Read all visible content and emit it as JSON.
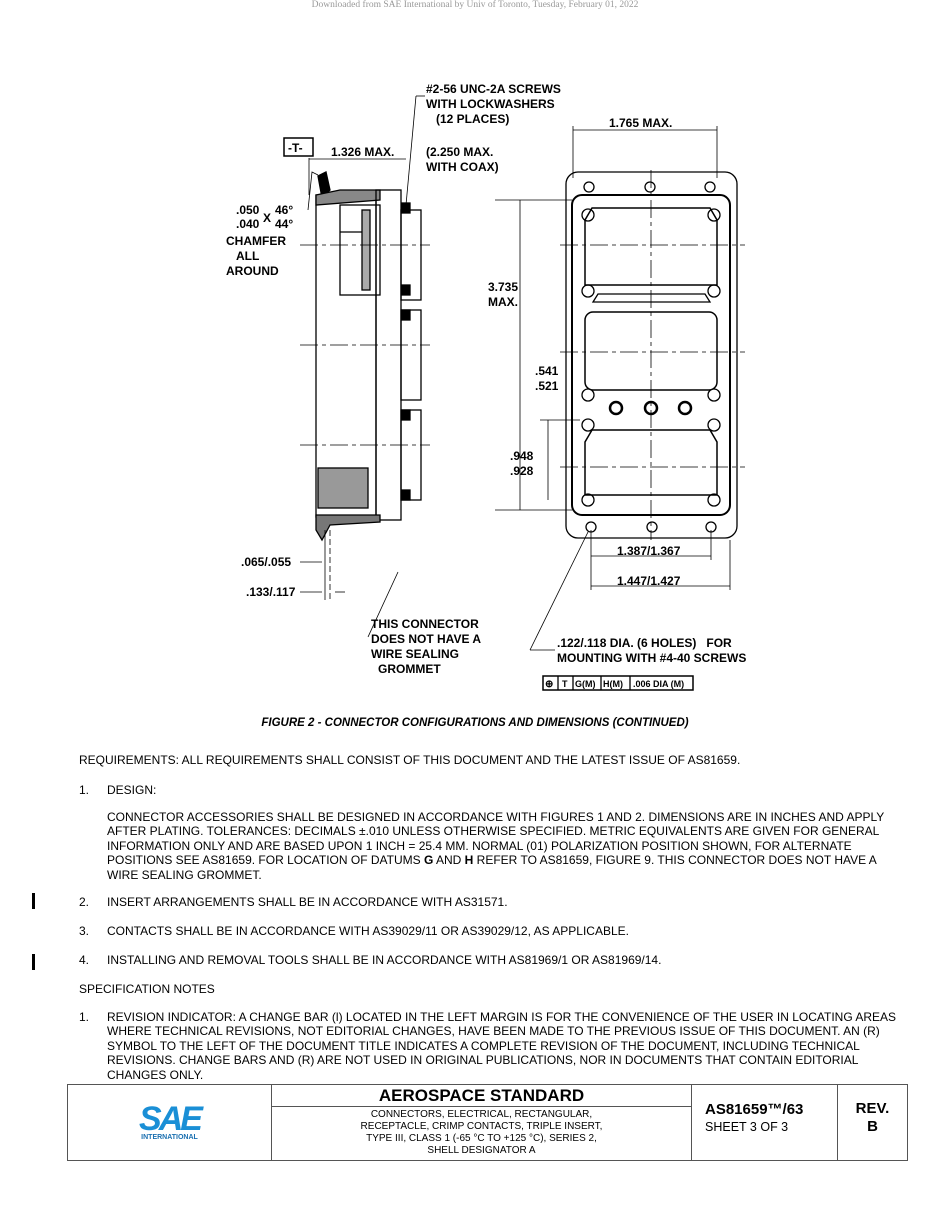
{
  "watermark": "Downloaded from SAE International by Univ of Toronto, Tuesday, February 01, 2022",
  "figure": {
    "labels": {
      "screws": [
        "#2-56 UNC-2A SCREWS",
        "WITH LOCKWASHERS",
        "(12 PLACES)"
      ],
      "datum_t": "-T-",
      "max_1326": "1.326 MAX.",
      "coax": [
        "(2.250 MAX.",
        "WITH COAX)"
      ],
      "chamfer_a": ".050",
      "chamfer_b": ".040",
      "chamfer_x": "X",
      "chamfer_c": "46°",
      "chamfer_d": "44°",
      "chamfer_text": [
        "CHAMFER",
        "ALL",
        "AROUND"
      ],
      "width_max": "1.765 MAX.",
      "height_max": [
        "3.735",
        "MAX."
      ],
      "dim_541": [
        ".541",
        ".521"
      ],
      "dim_948": [
        ".948",
        ".928"
      ],
      "dim_065": ".065/.055",
      "dim_133": ".133/.117",
      "dim_1387": "1.387/1.367",
      "dim_1447": "1.447/1.427",
      "grommet_note": [
        "THIS CONNECTOR",
        "DOES NOT HAVE A",
        "WIRE SEALING",
        "GROMMET"
      ],
      "holes_note": [
        ".122/.118 DIA. (6 HOLES)   FOR",
        "MOUNTING WITH #4-40 SCREWS"
      ],
      "tolerance_frame": [
        "⊕",
        "T",
        "G(M)",
        "H(M)",
        ".006 DIA (M)"
      ]
    },
    "caption": "FIGURE 2 - CONNECTOR CONFIGURATIONS AND DIMENSIONS (CONTINUED)"
  },
  "body": {
    "requirements": "REQUIREMENTS: ALL REQUIREMENTS SHALL CONSIST OF THIS DOCUMENT AND THE LATEST ISSUE OF AS81659.",
    "items": [
      {
        "num": "1.",
        "text": "DESIGN:"
      },
      {
        "num": "2.",
        "text": "INSERT ARRANGEMENTS SHALL BE IN ACCORDANCE WITH AS31571."
      },
      {
        "num": "3.",
        "text": "CONTACTS SHALL BE IN ACCORDANCE WITH AS39029/11 OR AS39029/12, AS APPLICABLE."
      },
      {
        "num": "4.",
        "text": "INSTALLING AND REMOVAL TOOLS SHALL BE IN ACCORDANCE WITH AS81969/1 OR AS81969/14."
      }
    ],
    "design_text_1": "CONNECTOR ACCESSORIES SHALL BE DESIGNED IN ACCORDANCE WITH FIGURES 1 AND 2. DIMENSIONS ARE IN INCHES AND APPLY AFTER PLATING. TOLERANCES: DECIMALS ±.010 UNLESS OTHERWISE SPECIFIED. METRIC EQUIVALENTS ARE GIVEN FOR GENERAL INFORMATION ONLY AND ARE BASED UPON 1 INCH = 25.4 MM. NORMAL (01) POLARIZATION POSITION SHOWN, FOR ALTERNATE POSITIONS SEE AS81659. FOR LOCATION OF DATUMS ",
    "datum_g": "G",
    "design_and": " AND ",
    "datum_h": "H",
    "design_text_2": " REFER TO AS81659, FIGURE 9. THIS CONNECTOR DOES NOT HAVE A WIRE SEALING GROMMET.",
    "spec_notes": "SPECIFICATION NOTES",
    "note1_num": "1.",
    "note1_text": "REVISION INDICATOR: A CHANGE BAR (l) LOCATED IN THE LEFT MARGIN IS FOR THE CONVENIENCE OF THE USER IN LOCATING AREAS WHERE TECHNICAL REVISIONS, NOT EDITORIAL CHANGES, HAVE BEEN MADE TO THE PREVIOUS ISSUE OF THIS DOCUMENT. AN (R) SYMBOL TO THE LEFT OF THE DOCUMENT TITLE INDICATES A COMPLETE REVISION OF THE DOCUMENT, INCLUDING TECHNICAL REVISIONS. CHANGE BARS AND (R) ARE NOT USED IN ORIGINAL PUBLICATIONS, NOR IN DOCUMENTS THAT CONTAIN EDITORIAL CHANGES ONLY."
  },
  "footer": {
    "logo": "SAE",
    "logo_sub": "INTERNATIONAL",
    "logo_color": "#1a8fd6",
    "title": "AEROSPACE STANDARD",
    "subtitle_lines": [
      "CONNECTORS, ELECTRICAL, RECTANGULAR,",
      "RECEPTACLE, CRIMP CONTACTS, TRIPLE INSERT,",
      "TYPE III, CLASS 1 (-65 °C TO +125 °C), SERIES 2,",
      "SHELL DESIGNATOR A"
    ],
    "doc_number": "AS81659™/63",
    "sheet": "SHEET 3 OF 3",
    "rev_label": "REV.",
    "rev": "B"
  }
}
